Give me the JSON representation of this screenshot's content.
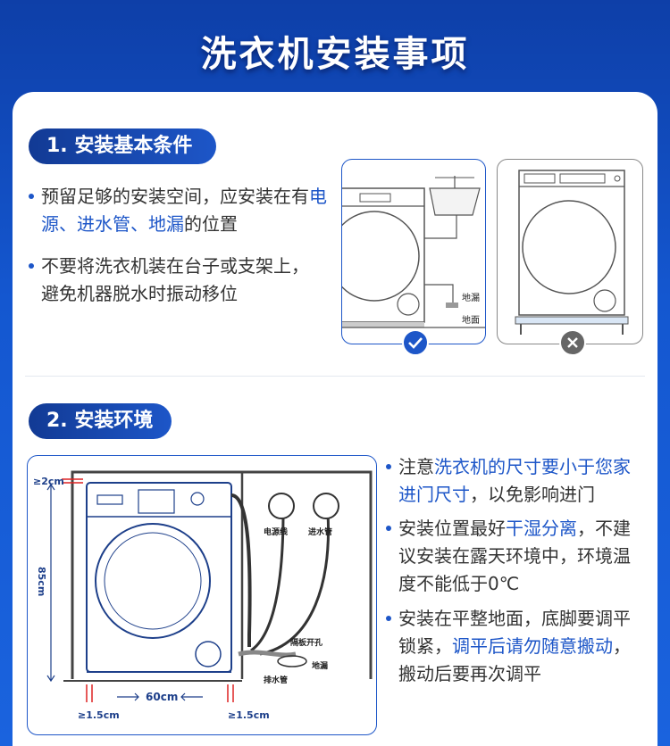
{
  "page": {
    "title": "洗衣机安装事项"
  },
  "section1": {
    "tag": "1. 安装基本条件",
    "bullet1": {
      "before": "预留足够的安装空间，应安装在有",
      "highlight": "电源、进水管、地漏",
      "after": "的位置"
    },
    "bullet2": {
      "line1": "不要将洗衣机装在台子或支架上，",
      "line2": "避免机器脱水时振动移位"
    },
    "figure_ok": {
      "label_drain": "地漏",
      "label_floor": "地面",
      "badge": "check-icon"
    },
    "figure_bad": {
      "badge": "cross-icon"
    }
  },
  "section2": {
    "tag": "2. 安装环境",
    "diagram": {
      "top_gap": "≥2cm",
      "height": "85cm",
      "width": "60cm",
      "side_gap_left": "≥1.5cm",
      "side_gap_right": "≥1.5cm",
      "power_label": "电源线",
      "inlet_label": "进水管",
      "partition_label": "隔板开孔",
      "drain_label": "地漏",
      "outlet_label": "排水管"
    },
    "bullet1": {
      "before": "注意",
      "highlight": "洗衣机的尺寸要小于您家进门尺寸",
      "after": "，以免影响进门"
    },
    "bullet2": {
      "before": "安装位置最好",
      "highlight": "干湿分离",
      "after": "，不建议安装在露天环境中，环境温度不能低于0℃"
    },
    "bullet3": {
      "before": "安装在平整地面，底脚要调平锁紧，",
      "highlight": "调平后请勿随意搬动",
      "after": "，搬动后要再次调平"
    }
  },
  "colors": {
    "accent": "#1d56c8",
    "bg": "#1457d0"
  }
}
